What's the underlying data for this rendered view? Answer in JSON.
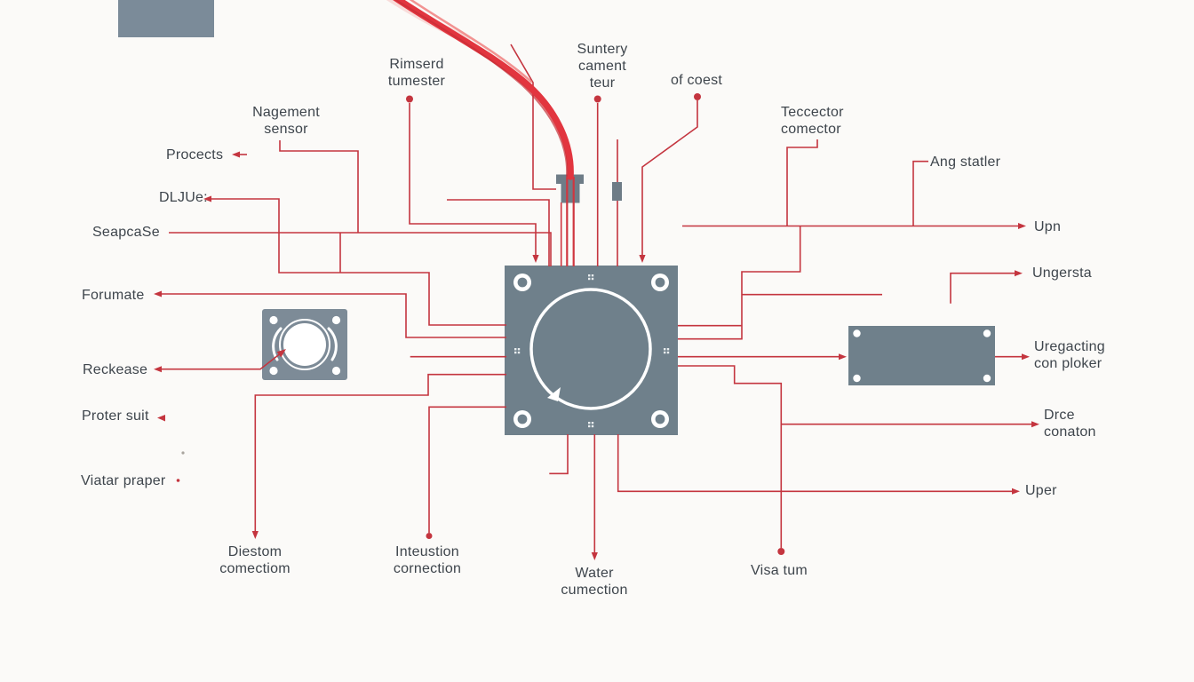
{
  "diagram": {
    "type": "technical-component-callout-diagram",
    "colors": {
      "background": "#fbfaf8",
      "component_gray": "#6f808b",
      "plate_gray": "#7b8b99",
      "leader_red": "#c4353f",
      "curve_red": "#e2353f",
      "label_text": "#3e454c"
    },
    "shapes": {
      "cover_plate": "gray rectangle top-left",
      "main_housing": "gray square with circular dial, four ring bolt holes and cross marks",
      "mounting_flange": "gray flange with central bore and four bolt holes",
      "bolt_component": "T-shaped bolt fed by red cable bundle",
      "spacer_block": "small gray block",
      "side_plate": "gray rectangular plate with four bolt dots",
      "red_cable": "thick red curved cable entering bolt from top left"
    },
    "labels": {
      "rimserd_tumester": "Rimserd\ntumester",
      "suntery_cament_teur": "Suntery\ncament\nteur",
      "of_coest": "of coest",
      "nagement_sensor": "Nagement\nsensor",
      "procects": "Procects",
      "dljue": "DLJUe:",
      "seapcase": "SeapcaSe",
      "teccector_comector": "Teccector\ncomector",
      "ang_statler": "Ang statler",
      "upn": "Upn",
      "ungersta": "Ungersta",
      "forumate": "Forumate",
      "uregacting_con_ploker": "Uregacting\ncon ploker",
      "reckease": "Reckease",
      "drce_conaton": "Drce\nconaton",
      "proter_suit": "Proter suit",
      "viatar_praper": "Viatar praper",
      "uper": "Uper",
      "diestom_comectiom": "Diestom\ncomectiom",
      "inteustion_cornection": "Inteustion\ncornection",
      "water_cumection": "Water\ncumection",
      "visa_tum": "Visa tum"
    }
  }
}
